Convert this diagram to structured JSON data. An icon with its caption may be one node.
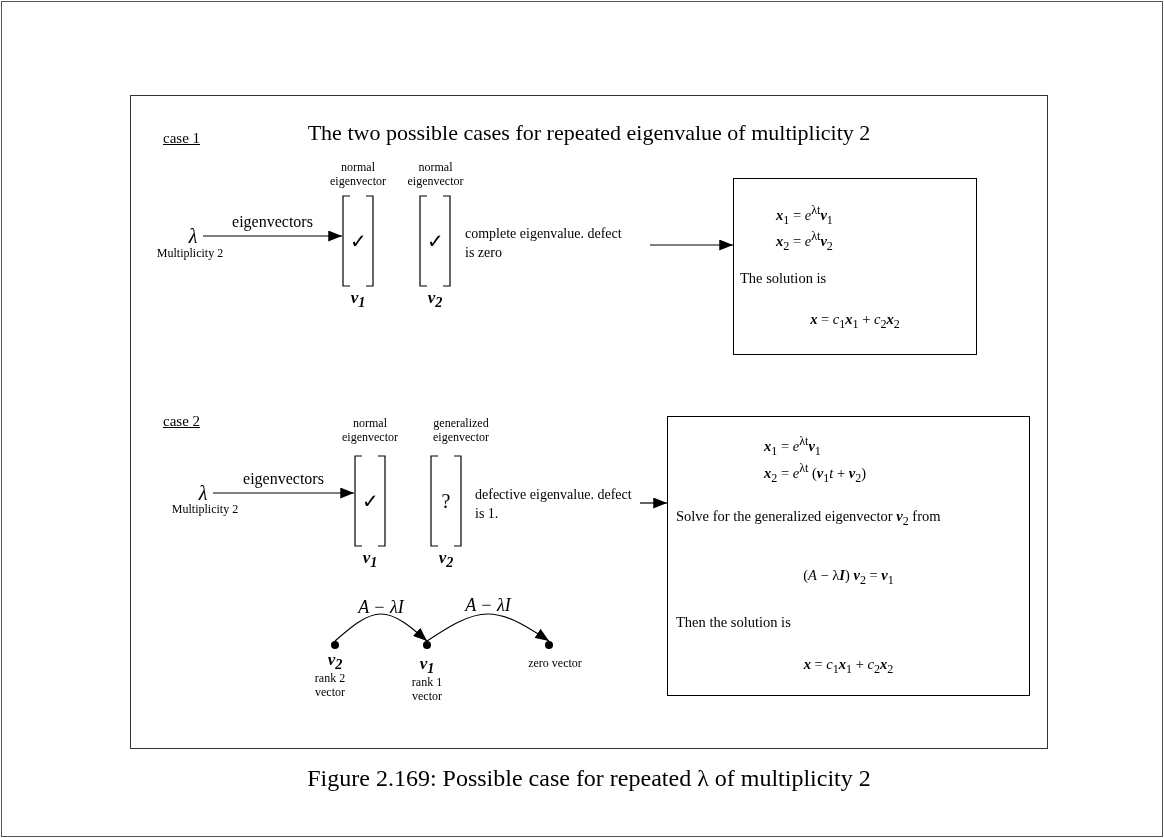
{
  "diagram": {
    "title": "The two possible cases for repeated eigenvalue of multiplicity 2",
    "caption": "Figure 2.169: Possible case for repeated λ of multiplicity 2",
    "nodes": [
      {
        "text": [
          "λ"
        ],
        "beside": [
          "Multiplicity 2"
        ]
      },
      {
        "text": [
          "✓"
        ],
        "beside": [
          "normal eigenvector",
          "v$_{1}$"
        ]
      },
      {
        "text": [
          "✓"
        ],
        "beside": [
          "normal eigenvector",
          "v$_{2}$"
        ]
      },
      {
        "text": [
          "complete eigenvalue. defect is zero"
        ]
      },
      {
        "text": [
          "**x**$_{1}$ = *e*$^{λt}$**v**$_{1}$",
          "**x**$_{2}$ = *e*$^{λt}$**v**$_{2}$",
          "The solution is",
          "**x** = *c*$_{1}$**x**$_{1}$ + *c*$_{2}$**x**$_{2}$"
        ]
      },
      {
        "text": [
          "λ"
        ],
        "beside": [
          "Multiplicity 2"
        ]
      },
      {
        "text": [
          "✓"
        ],
        "beside": [
          "normal eigenvector",
          "v$_{1}$"
        ]
      },
      {
        "text": [
          "?"
        ],
        "beside": [
          "generalized eigenvector",
          "v$_{2}$"
        ]
      },
      {
        "text": [
          "defective eigenvalue. defect is 1."
        ]
      },
      {
        "text": [
          "**x**$_{1}$ = *e*$^{λt}$**v**$_{1}$",
          "**x**$_{2}$ = *e*$^{λt}$ (**v**$_{1}$*t* + **v**$_{2}$)",
          "Solve for the generalized eigenvector **v**$_{2}$ from",
          "(*A* − λ**I**) **v**$_{2}$ = **v**$_{1}$",
          "Then the solution is",
          "**x** = *c*$_{1}$**x**$_{1}$ + *c*$_{2}$**x**$_{2}$"
        ]
      },
      {
        "text": [],
        "shape": "circle",
        "beside": [
          "v$_{2}$",
          "rank 2 vector"
        ]
      },
      {
        "text": [],
        "shape": "circle",
        "beside": [
          "v$_{1}$",
          "rank 1 vector"
        ]
      },
      {
        "text": [],
        "shape": "circle",
        "beside": [
          "zero vector"
        ]
      }
    ],
    "edges": [
      {
        "from": 0,
        "to": 1,
        "arrow": "to",
        "label": "eigenvectors"
      },
      {
        "from": 3,
        "to": 4,
        "arrow": "to"
      },
      {
        "from": 5,
        "to": 6,
        "arrow": "to",
        "label": "eigenvectors"
      },
      {
        "from": 8,
        "to": 9,
        "arrow": "to"
      },
      {
        "from": 10,
        "to": 11,
        "arrow": "to",
        "label": "A − λI"
      },
      {
        "from": 11,
        "to": 12,
        "arrow": "to",
        "label": "A − λI"
      }
    ],
    "labels": [
      "case 1",
      "case 2"
    ]
  }
}
